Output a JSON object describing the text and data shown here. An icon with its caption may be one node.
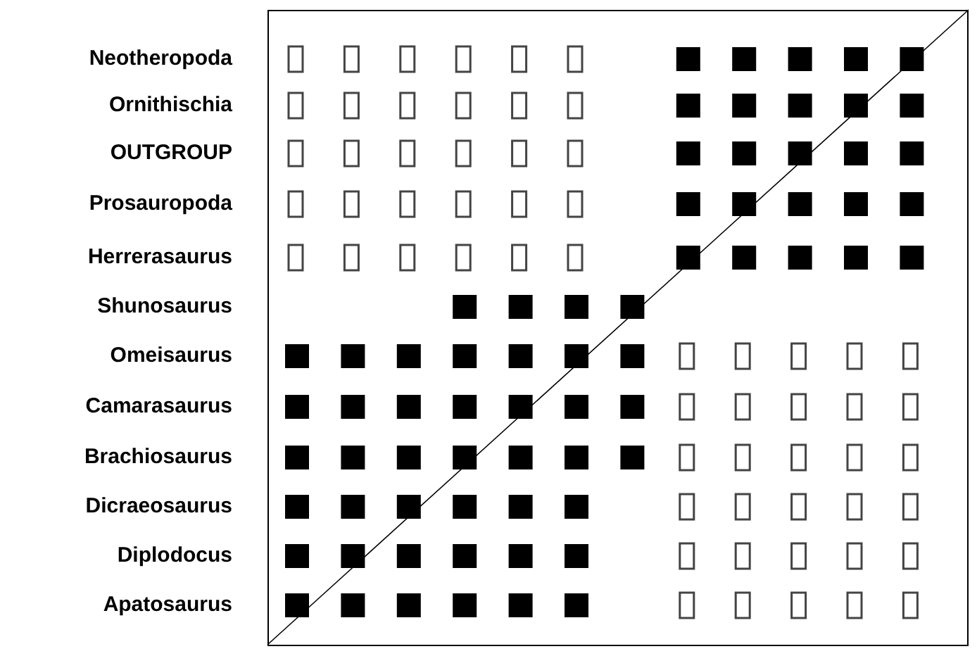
{
  "diagram": {
    "labels": [
      "Neotheropoda",
      "Ornithischia",
      "OUTGROUP",
      "Prosauropoda",
      "Herrerasaurus",
      "Shunosaurus",
      "Omeisaurus",
      "Camarasaurus",
      "Brachiosaurus",
      "Dicraeosaurus",
      "Diplodocus",
      "Apatosaurus"
    ]
  }
}
